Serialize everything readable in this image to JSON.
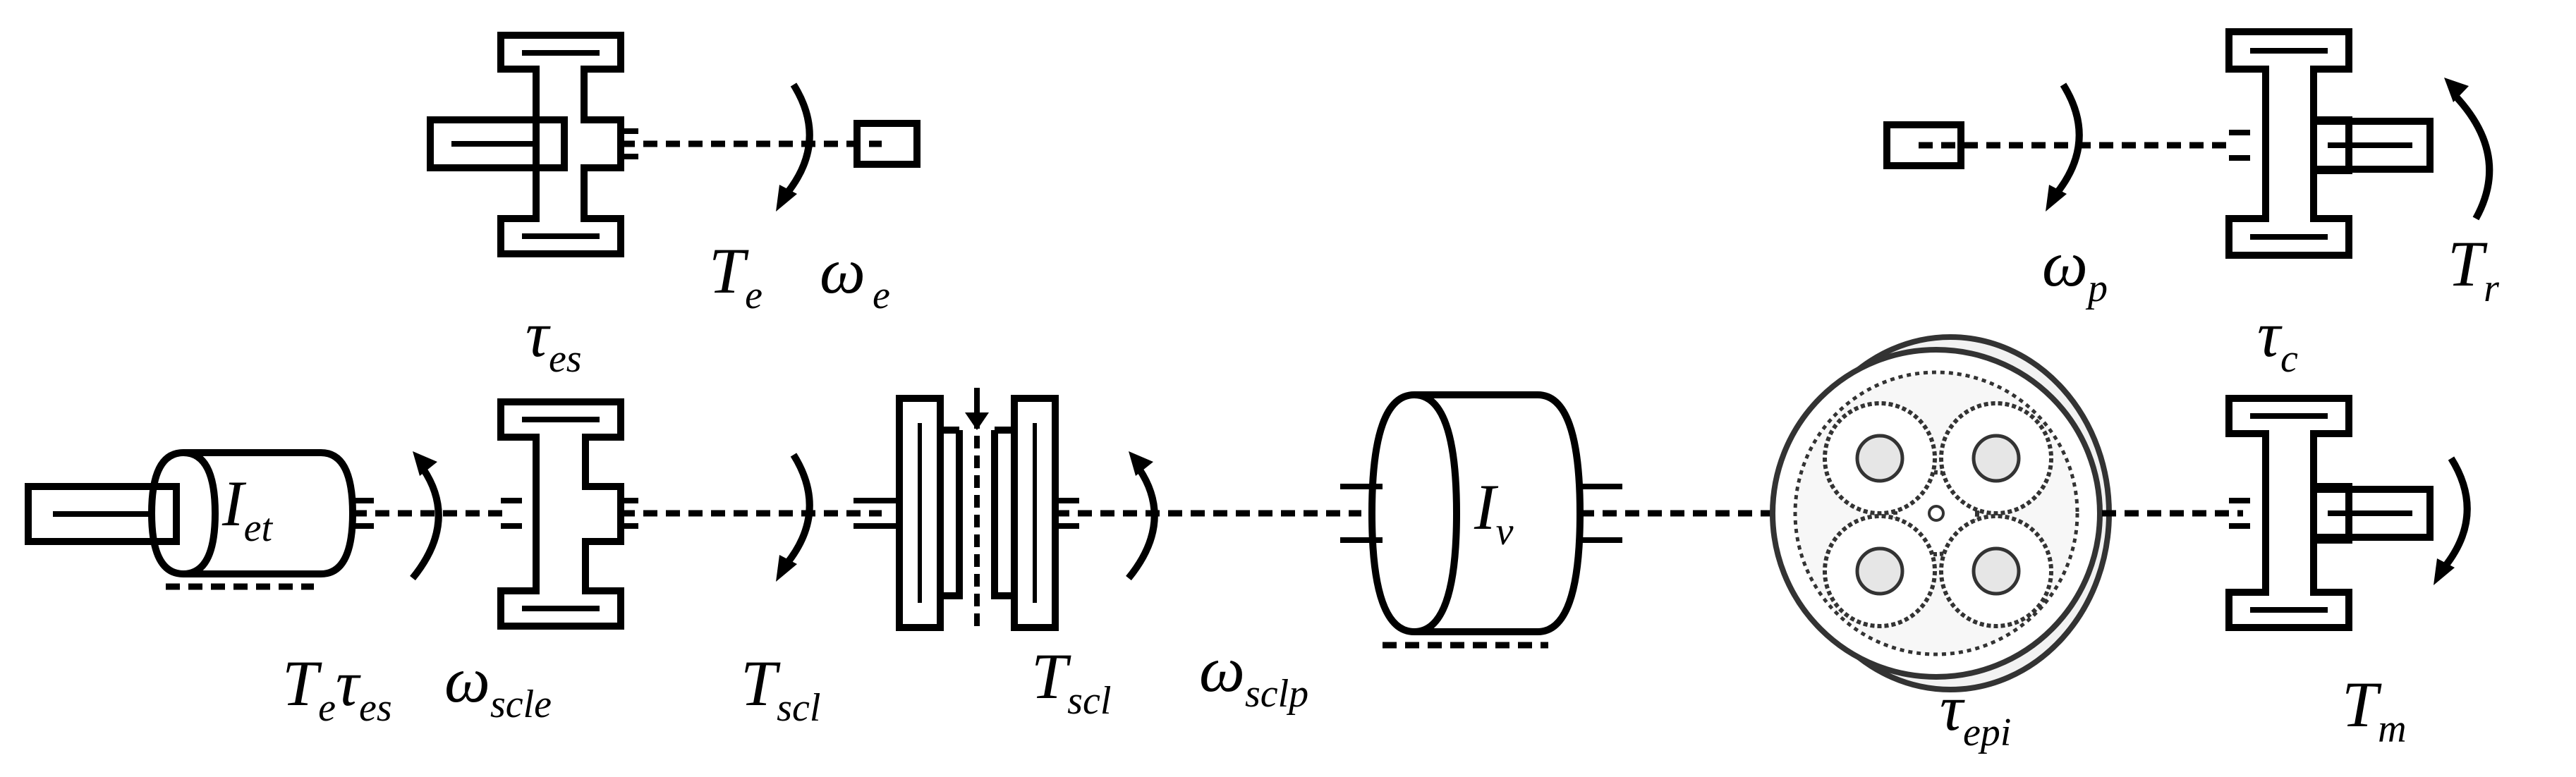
{
  "labels": {
    "tau_es": {
      "main": "τ",
      "sub": "es"
    },
    "T_e": {
      "main": "T",
      "sub": "e"
    },
    "omega_e": {
      "main": "ω",
      "sub": "e"
    },
    "omega_p": {
      "main": "ω",
      "sub": "p"
    },
    "tau_c": {
      "main": "τ",
      "sub": "c"
    },
    "T_r": {
      "main": "T",
      "sub": "r"
    },
    "I_et": {
      "main": "I",
      "sub": "et"
    },
    "I_v": {
      "main": "I",
      "sub": "v"
    },
    "Te_tau_es": {
      "main1": "T",
      "sub1": "e",
      "main2": "τ",
      "sub2": "es"
    },
    "omega_scle": {
      "main": "ω",
      "sub": "scle"
    },
    "T_scl_left": {
      "main": "T",
      "sub": "scl"
    },
    "T_scl_right": {
      "main": "T",
      "sub": "scl"
    },
    "omega_sclp": {
      "main": "ω",
      "sub": "sclp"
    },
    "tau_epi": {
      "main": "τ",
      "sub": "epi"
    },
    "T_m": {
      "main": "T",
      "sub": "m"
    }
  },
  "colors": {
    "ink": "#000000",
    "gear_fill": "#f2f2f2",
    "gear_line": "#333333"
  }
}
